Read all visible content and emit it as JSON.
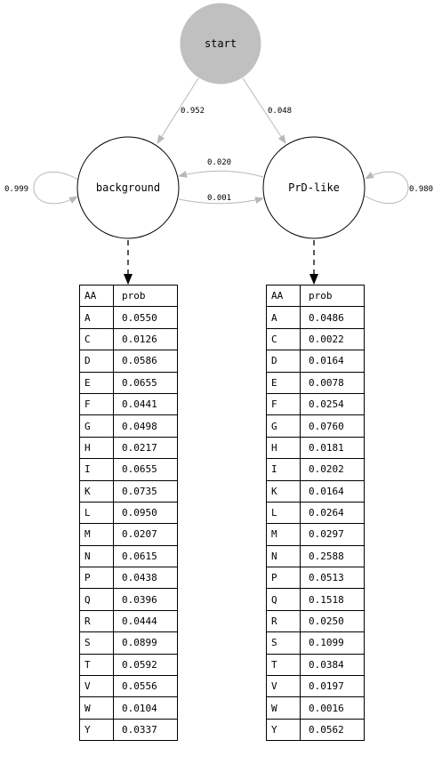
{
  "nodes": {
    "start": "start",
    "background": "background",
    "prd": "PrD-like"
  },
  "edges": {
    "start_background": "0.952",
    "start_prd": "0.048",
    "prd_background": "0.020",
    "background_prd": "0.001",
    "background_self": "0.999",
    "prd_self": "0.980"
  },
  "tables": {
    "background": {
      "headers": [
        "AA",
        "prob"
      ],
      "rows": [
        [
          "A",
          "0.0550"
        ],
        [
          "C",
          "0.0126"
        ],
        [
          "D",
          "0.0586"
        ],
        [
          "E",
          "0.0655"
        ],
        [
          "F",
          "0.0441"
        ],
        [
          "G",
          "0.0498"
        ],
        [
          "H",
          "0.0217"
        ],
        [
          "I",
          "0.0655"
        ],
        [
          "K",
          "0.0735"
        ],
        [
          "L",
          "0.0950"
        ],
        [
          "M",
          "0.0207"
        ],
        [
          "N",
          "0.0615"
        ],
        [
          "P",
          "0.0438"
        ],
        [
          "Q",
          "0.0396"
        ],
        [
          "R",
          "0.0444"
        ],
        [
          "S",
          "0.0899"
        ],
        [
          "T",
          "0.0592"
        ],
        [
          "V",
          "0.0556"
        ],
        [
          "W",
          "0.0104"
        ],
        [
          "Y",
          "0.0337"
        ]
      ]
    },
    "prd": {
      "headers": [
        "AA",
        "prob"
      ],
      "rows": [
        [
          "A",
          "0.0486"
        ],
        [
          "C",
          "0.0022"
        ],
        [
          "D",
          "0.0164"
        ],
        [
          "E",
          "0.0078"
        ],
        [
          "F",
          "0.0254"
        ],
        [
          "G",
          "0.0760"
        ],
        [
          "H",
          "0.0181"
        ],
        [
          "I",
          "0.0202"
        ],
        [
          "K",
          "0.0164"
        ],
        [
          "L",
          "0.0264"
        ],
        [
          "M",
          "0.0297"
        ],
        [
          "N",
          "0.2588"
        ],
        [
          "P",
          "0.0513"
        ],
        [
          "Q",
          "0.1518"
        ],
        [
          "R",
          "0.0250"
        ],
        [
          "S",
          "0.1099"
        ],
        [
          "T",
          "0.0384"
        ],
        [
          "V",
          "0.0197"
        ],
        [
          "W",
          "0.0016"
        ],
        [
          "Y",
          "0.0562"
        ]
      ]
    }
  },
  "colors": {
    "start_fill": "#c0c0c0",
    "edge_gray": "#b8b8b8",
    "ink": "#000000"
  }
}
